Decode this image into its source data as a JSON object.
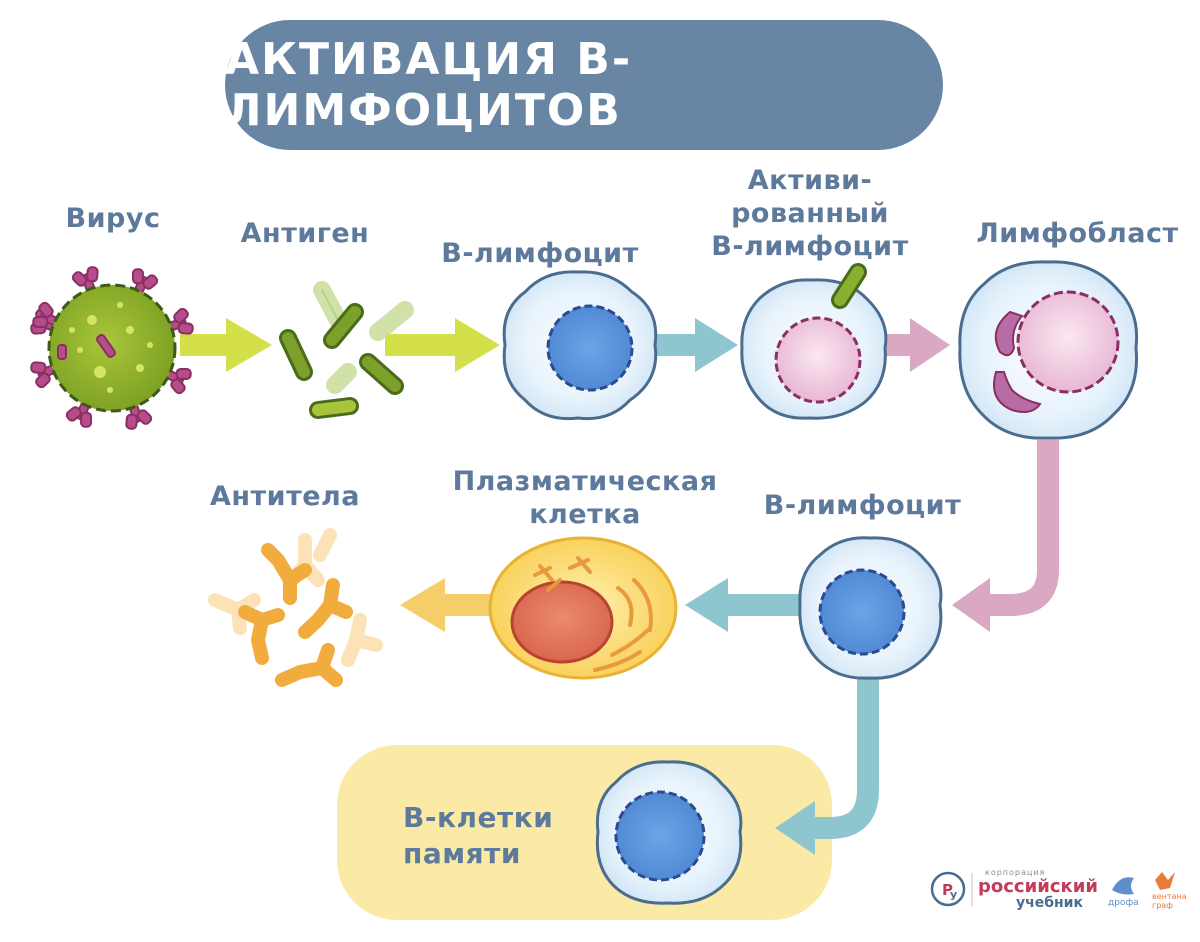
{
  "title": "АКТИВАЦИЯ В-ЛИМФОЦИТОВ",
  "labels": {
    "virus": "Вирус",
    "antigen": "Антиген",
    "b_lymphocyte_1": "В-лимфоцит",
    "activated_1": "Активи-",
    "activated_2": "рованный",
    "activated_3": "В-лимфоцит",
    "lymphoblast": "Лимфобласт",
    "b_lymphocyte_2": "В-лимфоцит",
    "plasma_1": "Плазматическая",
    "plasma_2": "клетка",
    "antibodies": "Антитела",
    "memory_1": "В-клетки",
    "memory_2": "памяти"
  },
  "logos": {
    "corp_small": "корпорация",
    "corp_name_1": "российский",
    "corp_name_2": "учебник",
    "drofa": "дрофа",
    "ventana_1": "вентана",
    "ventana_2": "граф"
  },
  "colors": {
    "title_bg": "#6886a4",
    "label_text": "#5d7a9c",
    "virus_green": "#94b52f",
    "spike_magenta": "#b64d8a",
    "cell_membrane": "#d4e8f7",
    "cell_outline": "#4a6d8f",
    "nucleus_blue": "#5b92d9",
    "nucleus_pink": "#e8b7d3",
    "arrow_lime": "#d4e04a",
    "arrow_teal": "#8ec6cf",
    "arrow_pink": "#dba8c3",
    "arrow_orange": "#f5ce6a",
    "plasma_yellow": "#fbd768",
    "plasma_nucleus": "#e27159",
    "antibody_orange": "#f2ac3e",
    "memory_bg": "#faeaa6"
  }
}
